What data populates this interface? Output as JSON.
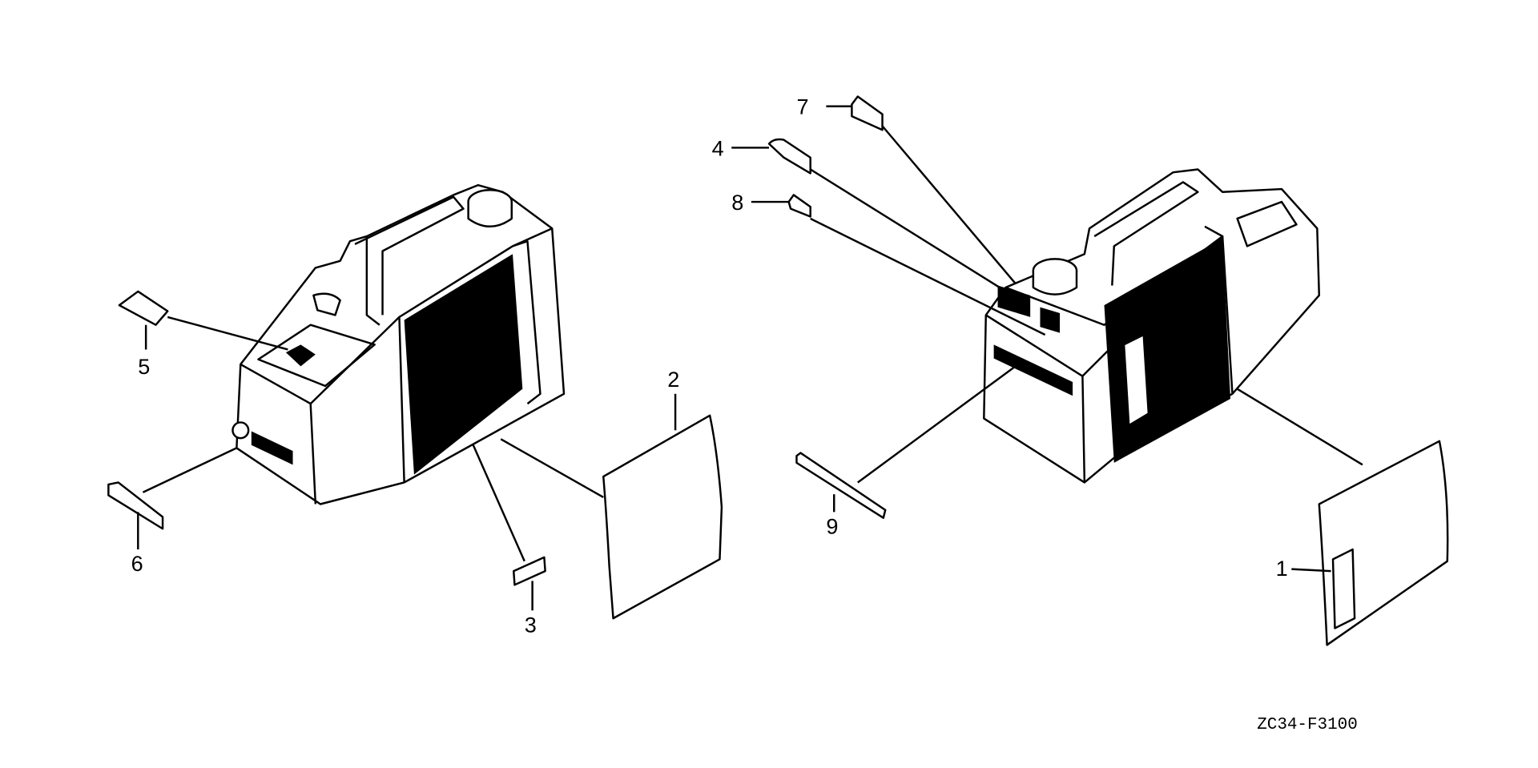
{
  "diagram": {
    "code": "ZC34-F3100",
    "callouts": [
      "1",
      "2",
      "3",
      "4",
      "5",
      "6",
      "7",
      "8",
      "9"
    ]
  }
}
